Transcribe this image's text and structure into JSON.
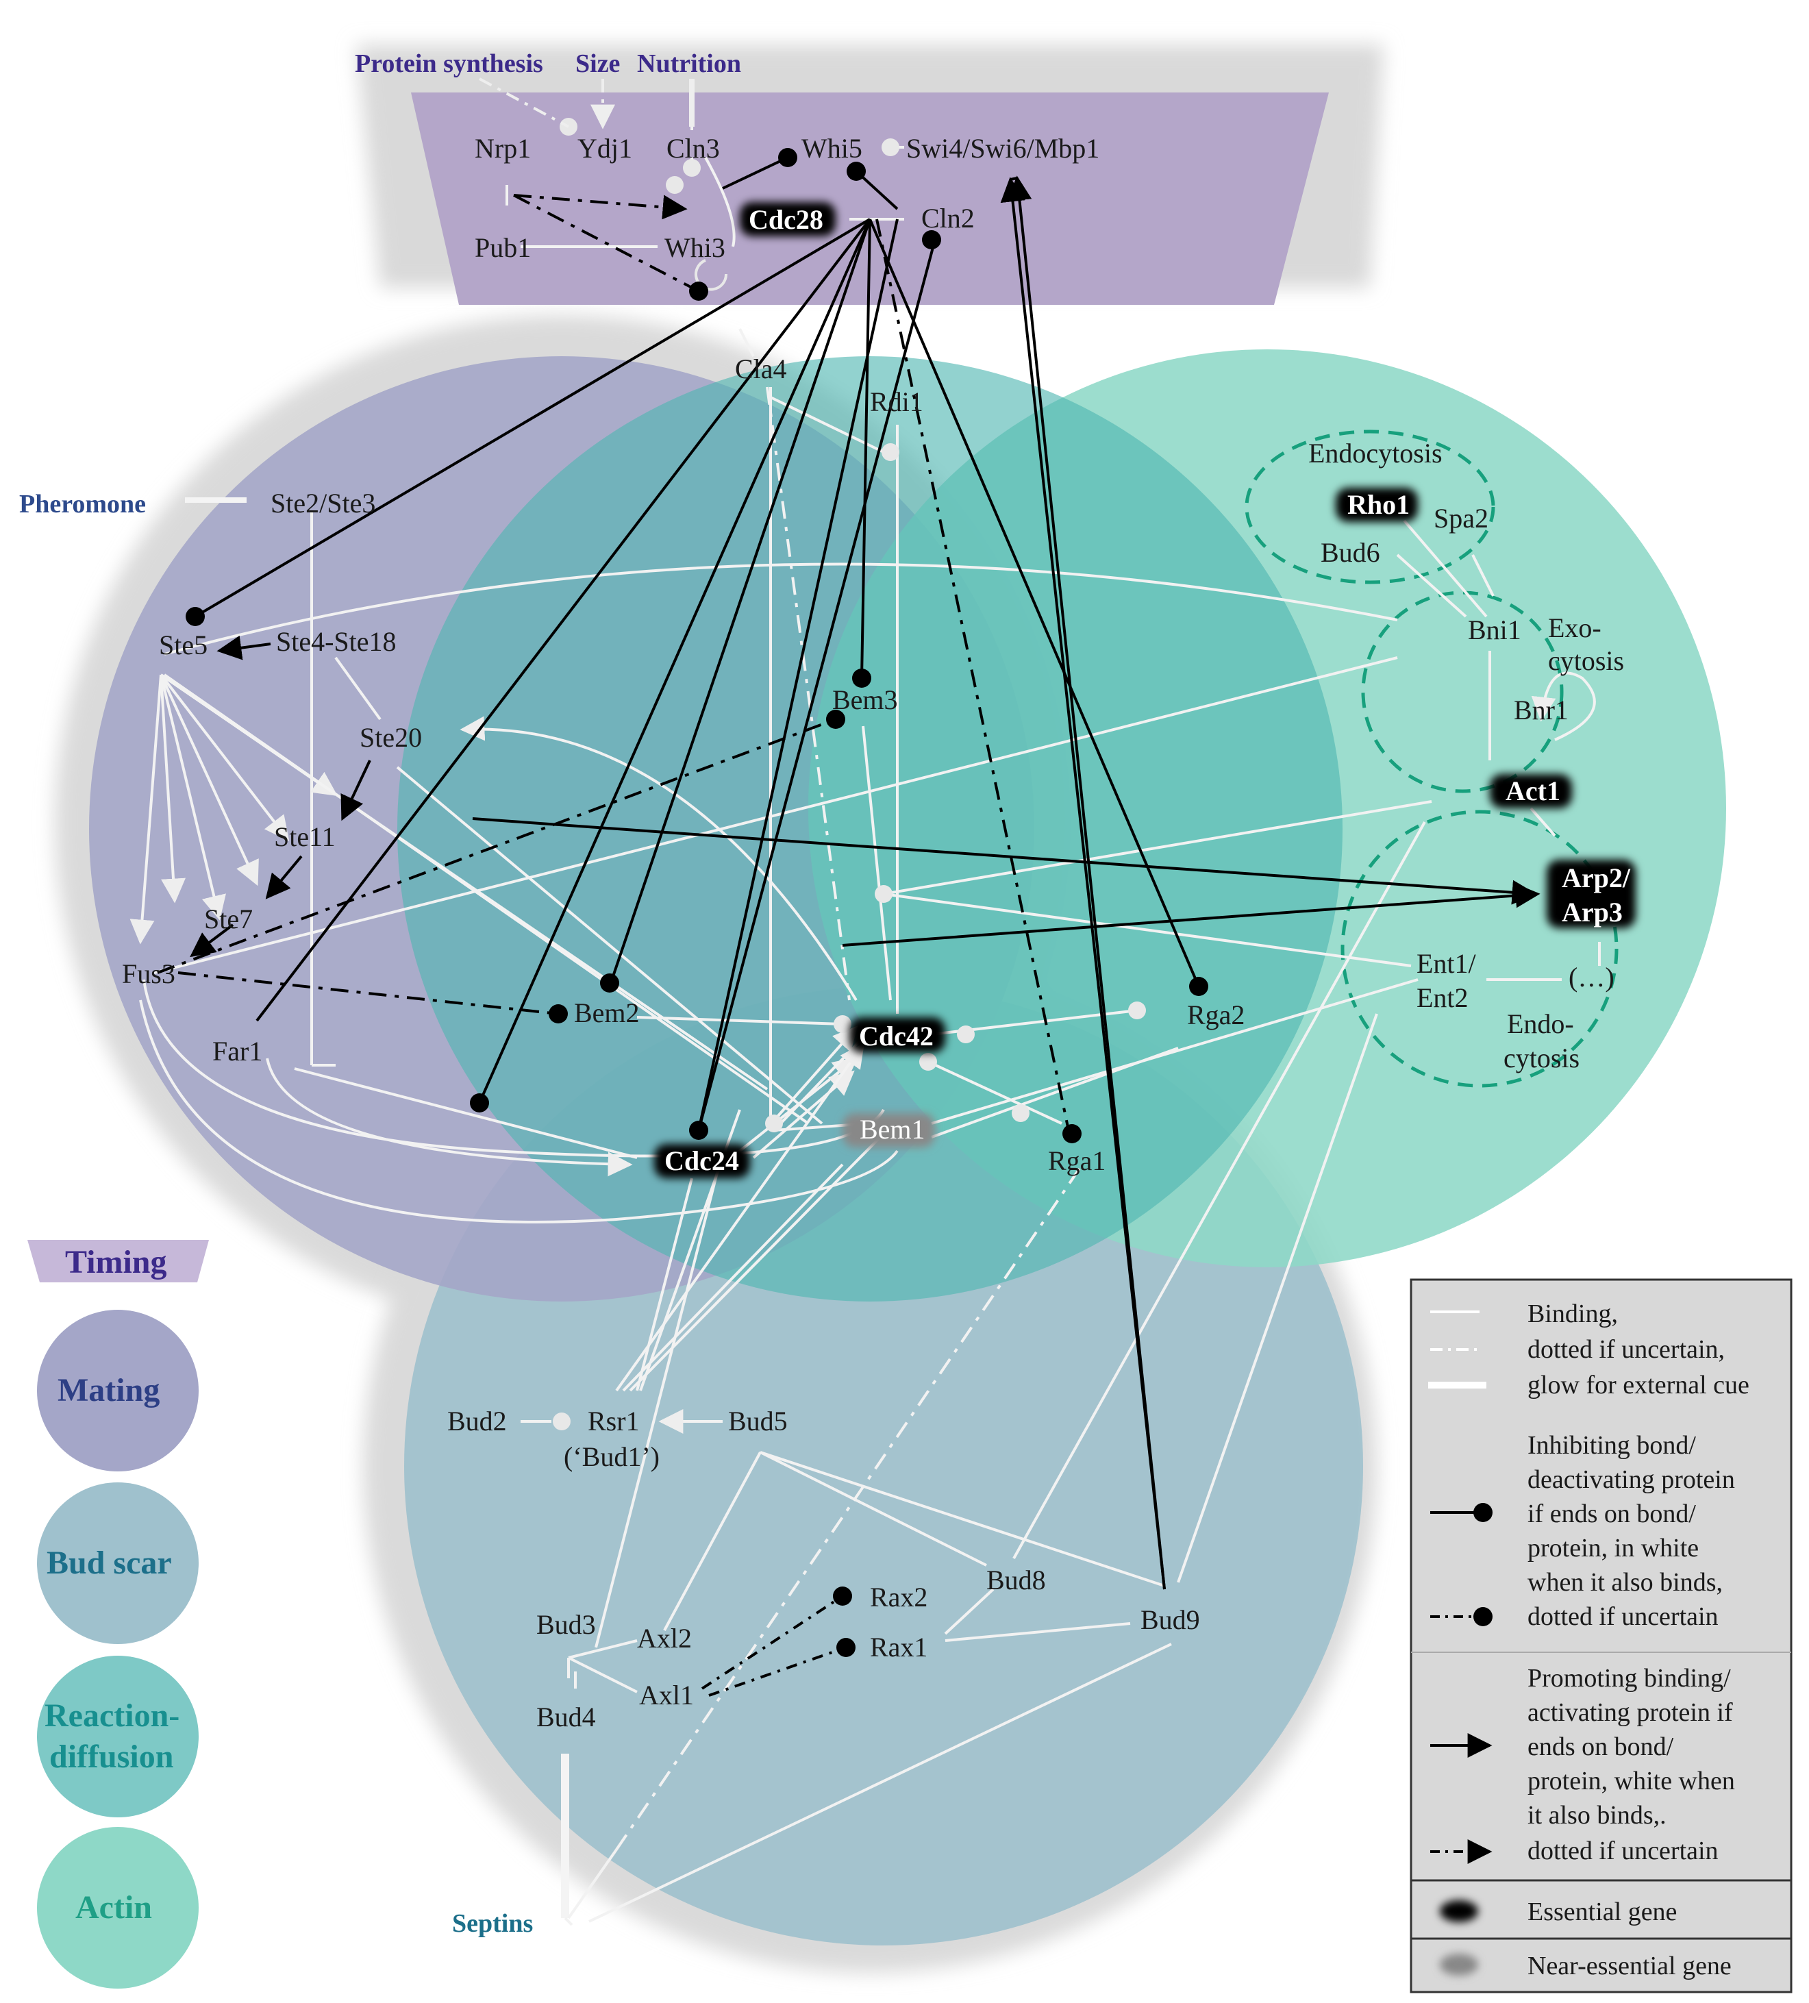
{
  "cues": {
    "protein_synthesis": "Protein synthesis",
    "size": "Size",
    "nutrition": "Nutrition",
    "pheromone": "Pheromone",
    "septins": "Septins"
  },
  "timing": {
    "title": "Timing",
    "mating": "Mating",
    "bud_scar": "Bud scar",
    "reaction_diffusion_1": "Reaction-",
    "reaction_diffusion_2": "diffusion",
    "actin": "Actin"
  },
  "modules": {
    "endocytosis": "Endocytosis",
    "exocytosis_1": "Exo-",
    "exocytosis_2": "cytosis",
    "endo_cytosis_1": "Endo-",
    "endo_cytosis_2": "cytosis"
  },
  "proteins": {
    "nrp1": "Nrp1",
    "ydj1": "Ydj1",
    "cln3": "Cln3",
    "whi5": "Whi5",
    "swi4": "Swi4/Swi6/Mbp1",
    "cdc28": "Cdc28",
    "cln2": "Cln2",
    "pub1": "Pub1",
    "whi3": "Whi3",
    "cla4": "Cla4",
    "rdi1": "Rdi1",
    "ste2": "Ste2/Ste3",
    "ste5": "Ste5",
    "ste4": "Ste4-Ste18",
    "ste20": "Ste20",
    "ste11": "Ste11",
    "ste7": "Ste7",
    "fus3": "Fus3",
    "far1": "Far1",
    "bem3": "Bem3",
    "bem2": "Bem2",
    "cdc42": "Cdc42",
    "bem1": "Bem1",
    "cdc24": "Cdc24",
    "rga1": "Rga1",
    "rga2": "Rga2",
    "rho1": "Rho1",
    "spa2": "Spa2",
    "bud6": "Bud6",
    "bni1": "Bni1",
    "bnr1": "Bnr1",
    "act1": "Act1",
    "arp_1": "Arp2/",
    "arp_2": "Arp3",
    "ent_1": "Ent1/",
    "ent_2": "Ent2",
    "dots": "(…)",
    "bud2": "Bud2",
    "rsr1": "Rsr1",
    "bud1": "(‘Bud1’)",
    "bud5": "Bud5",
    "rax2": "Rax2",
    "rax1": "Rax1",
    "bud8": "Bud8",
    "bud9": "Bud9",
    "bud3": "Bud3",
    "axl2": "Axl2",
    "axl1": "Axl1",
    "bud4": "Bud4"
  },
  "legend": {
    "binding_1": "Binding,",
    "binding_2": "dotted if uncertain,",
    "binding_3": "glow for external cue",
    "inhib_1": "Inhibiting bond/",
    "inhib_2": "deactivating protein",
    "inhib_3": "if ends on bond/",
    "inhib_4": "protein, in white",
    "inhib_5": "when it also binds,",
    "inhib_6": "dotted if uncertain",
    "prom_1": "Promoting binding/",
    "prom_2": "activating protein if",
    "prom_3": "ends on bond/",
    "prom_4": "protein, white when",
    "prom_5": "it also binds,.",
    "prom_6": "dotted if uncertain",
    "essential": "Essential gene",
    "near_essential": "Near-essential gene"
  },
  "colors": {
    "mating": "#a4a6c8",
    "bud_scar": "#9fc1cd",
    "reaction_diffusion": "#4fb7b1",
    "actin": "#8ed8c7",
    "top_region": "#b4a6c9",
    "cue_text": "#3c2a8a",
    "mating_text": "#2d3f85",
    "bud_scar_text": "#1c6f8a",
    "reaction_text": "#178f8f",
    "actin_text": "#1f9f86"
  }
}
